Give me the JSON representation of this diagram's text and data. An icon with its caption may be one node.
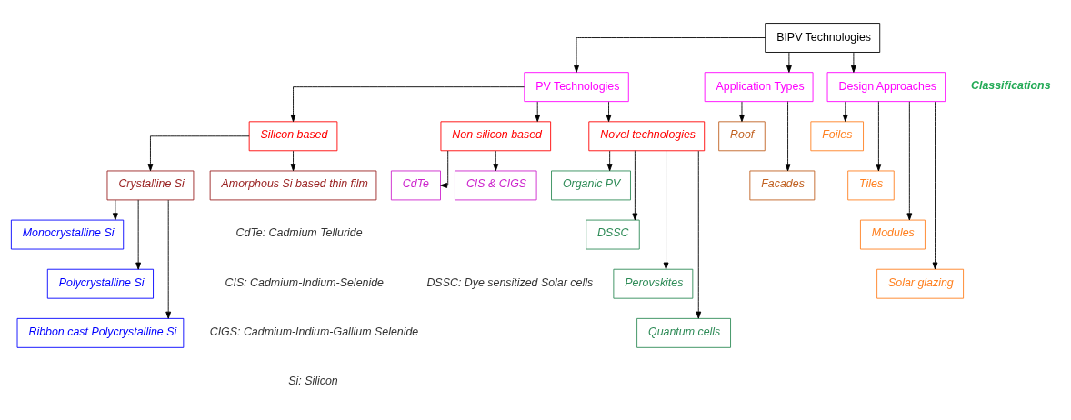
{
  "diagram": {
    "nodes": [
      {
        "text": [
          "BIPV Technologies"
        ]
      },
      {
        "text": [
          "PV Technologies"
        ]
      },
      {
        "text": [
          "Application Types"
        ]
      },
      {
        "text": [
          "Design Approaches"
        ]
      },
      {
        "text": [
          "Silicon based"
        ]
      },
      {
        "text": [
          "Non-silicon based"
        ]
      },
      {
        "text": [
          "Novel technologies"
        ]
      },
      {
        "text": [
          "CdTe"
        ]
      },
      {
        "text": [
          "CIS & CIGS"
        ]
      },
      {
        "text": [
          "Crystalline Si"
        ]
      },
      {
        "text": [
          "Amorphous Si based thin film"
        ]
      },
      {
        "text": [
          "Monocrystalline Si"
        ]
      },
      {
        "text": [
          "Polycrystalline Si"
        ]
      },
      {
        "text": [
          "Ribbon cast Polycrystalline Si"
        ]
      },
      {
        "text": [
          "Organic PV"
        ]
      },
      {
        "text": [
          "DSSC"
        ]
      },
      {
        "text": [
          "Perovskites"
        ]
      },
      {
        "text": [
          "Quantum cells"
        ]
      },
      {
        "text": [
          "Roof"
        ]
      },
      {
        "text": [
          "Facades"
        ]
      },
      {
        "text": [
          "Foiles"
        ]
      },
      {
        "text": [
          "Tiles"
        ]
      },
      {
        "text": [
          "Modules"
        ]
      },
      {
        "text": [
          "Solar glazing"
        ]
      }
    ],
    "edges": [
      {
        "from": 0,
        "to": 1,
        "arrow": "to"
      },
      {
        "from": 0,
        "to": 2,
        "arrow": "to"
      },
      {
        "from": 0,
        "to": 3,
        "arrow": "to"
      },
      {
        "from": 1,
        "to": 4,
        "arrow": "to"
      },
      {
        "from": 1,
        "to": 5,
        "arrow": "to"
      },
      {
        "from": 1,
        "to": 6,
        "arrow": "to"
      },
      {
        "from": 5,
        "to": 7,
        "arrow": "to"
      },
      {
        "from": 5,
        "to": 8,
        "arrow": "to"
      },
      {
        "from": 4,
        "to": 9,
        "arrow": "to"
      },
      {
        "from": 4,
        "to": 10,
        "arrow": "to"
      },
      {
        "from": 9,
        "to": 11,
        "arrow": "to"
      },
      {
        "from": 9,
        "to": 12,
        "arrow": "to"
      },
      {
        "from": 9,
        "to": 13,
        "arrow": "to"
      },
      {
        "from": 6,
        "to": 14,
        "arrow": "to"
      },
      {
        "from": 6,
        "to": 15,
        "arrow": "to"
      },
      {
        "from": 6,
        "to": 16,
        "arrow": "to"
      },
      {
        "from": 6,
        "to": 17,
        "arrow": "to"
      },
      {
        "from": 2,
        "to": 18,
        "arrow": "to"
      },
      {
        "from": 2,
        "to": 19,
        "arrow": "to"
      },
      {
        "from": 3,
        "to": 20,
        "arrow": "to"
      },
      {
        "from": 3,
        "to": 21,
        "arrow": "to"
      },
      {
        "from": 3,
        "to": 22,
        "arrow": "to"
      },
      {
        "from": 3,
        "to": 23,
        "arrow": "to"
      }
    ],
    "labels": [
      "Classifications",
      "CdTe: Cadmium Telluride",
      "CIS: Cadmium-Indium-Selenide",
      "CIGS: Cadmium-Indium-Gallium Selenide",
      "Si: Silicon",
      "DSSC: Dye sensitized Solar cells"
    ]
  }
}
